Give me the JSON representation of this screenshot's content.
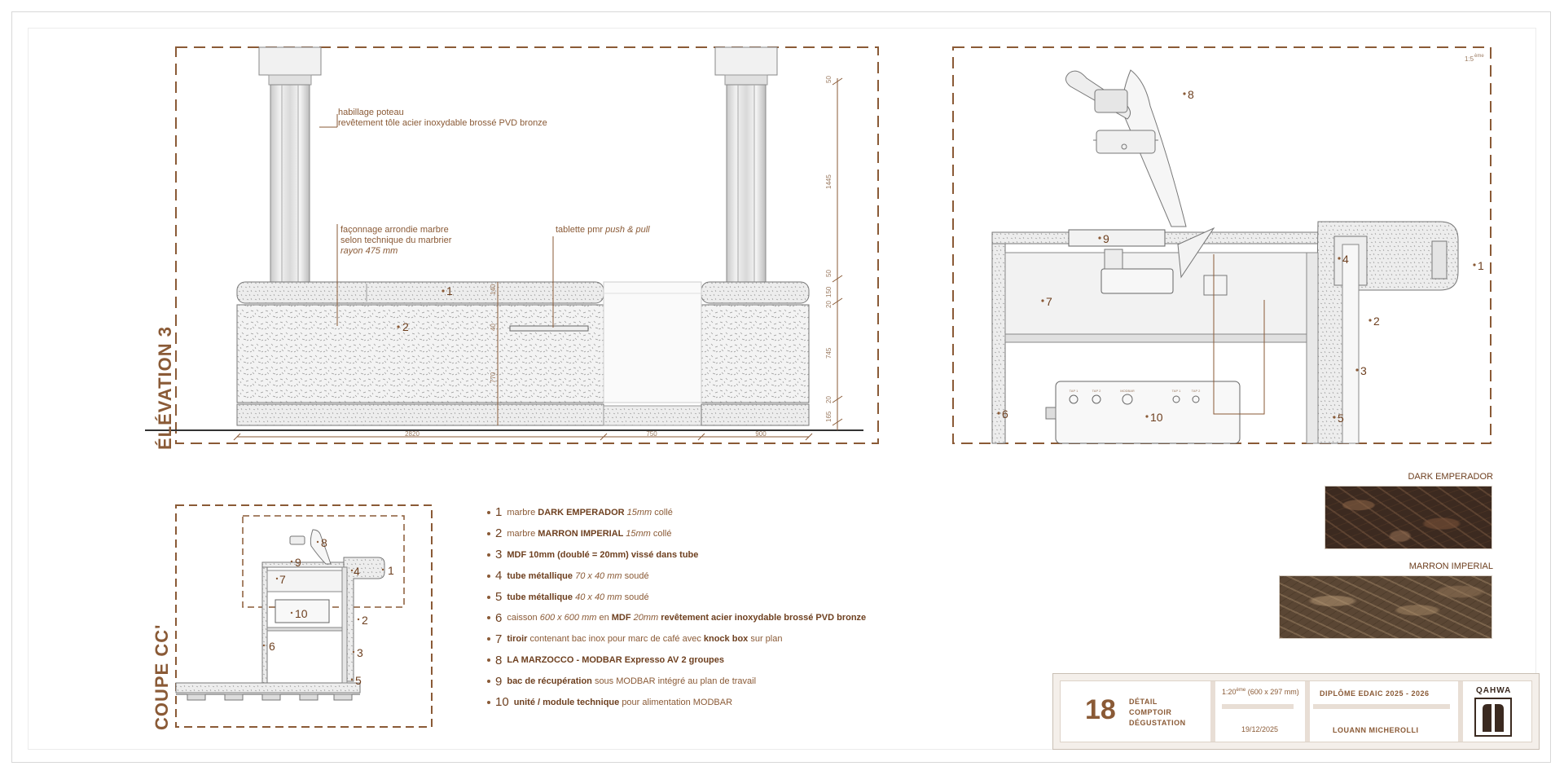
{
  "sheet": {
    "elevation_title": "ÉLÉVATION 3",
    "section_title": "COUPE CC'",
    "scale_note": "1:5",
    "scale_note_sup": "ème"
  },
  "elevation": {
    "note_column_1": "habillage poteau",
    "note_column_2": "revêtement tôle acier inoxydable brossé PVD bronze",
    "note_marble_1": "façonnage arrondie marbre",
    "note_marble_2": "selon technique du marbrier",
    "note_marble_3": "rayon 475 mm",
    "note_shelf": "tablette pmr",
    "note_shelf_italic": "push & pull",
    "label_1": "1",
    "label_2": "2",
    "dims_bottom": [
      "2820",
      "750",
      "900"
    ],
    "dims_right": [
      "50",
      "1445",
      "50",
      "150",
      "20",
      "745",
      "20",
      "165"
    ],
    "dims_inner": [
      "140",
      "40",
      "770"
    ]
  },
  "detail": {
    "labels": [
      "1",
      "2",
      "3",
      "4",
      "5",
      "6",
      "7",
      "8",
      "9",
      "10"
    ],
    "module_buttons": [
      "TAP 1",
      "TAP 2",
      "MODBAR",
      "TAP 1",
      "TAP 2"
    ]
  },
  "section": {
    "labels": [
      "1",
      "2",
      "3",
      "4",
      "5",
      "6",
      "7",
      "8",
      "9",
      "10"
    ]
  },
  "legend": [
    {
      "num": "1",
      "parts": [
        [
          "",
          "marbre "
        ],
        [
          "b",
          "DARK EMPERADOR "
        ],
        [
          "i",
          "15mm "
        ],
        [
          "",
          "collé"
        ]
      ]
    },
    {
      "num": "2",
      "parts": [
        [
          "",
          "marbre "
        ],
        [
          "b",
          "MARRON IMPERIAL "
        ],
        [
          "i",
          "15mm "
        ],
        [
          "",
          "collé"
        ]
      ]
    },
    {
      "num": "3",
      "parts": [
        [
          "b",
          "MDF 10mm (doublé = 20mm) vissé dans tube"
        ]
      ]
    },
    {
      "num": "4",
      "parts": [
        [
          "b",
          "tube métallique "
        ],
        [
          "i",
          "70 x 40 mm "
        ],
        [
          "",
          "soudé"
        ]
      ]
    },
    {
      "num": "5",
      "parts": [
        [
          "b",
          "tube métallique "
        ],
        [
          "i",
          "40 x 40 mm "
        ],
        [
          "",
          "soudé"
        ]
      ]
    },
    {
      "num": "6",
      "parts": [
        [
          "",
          "caisson "
        ],
        [
          "i",
          "600 x 600 mm "
        ],
        [
          "",
          "en "
        ],
        [
          "b",
          "MDF "
        ],
        [
          "i",
          "20mm "
        ],
        [
          "b",
          "revêtement acier inoxydable brossé PVD bronze"
        ]
      ]
    },
    {
      "num": "7",
      "parts": [
        [
          "b",
          "tiroir "
        ],
        [
          "",
          "contenant bac inox pour marc de café avec "
        ],
        [
          "b",
          "knock box "
        ],
        [
          "",
          "sur plan"
        ]
      ]
    },
    {
      "num": "8",
      "parts": [
        [
          "b",
          "LA MARZOCCO - MODBAR Expresso AV 2 groupes"
        ]
      ]
    },
    {
      "num": "9",
      "parts": [
        [
          "b",
          "bac de récupération "
        ],
        [
          "",
          "sous MODBAR intégré au plan de travail"
        ]
      ]
    },
    {
      "num": "10",
      "parts": [
        [
          "b",
          "unité / module technique "
        ],
        [
          "",
          "pour alimentation MODBAR"
        ]
      ]
    }
  ],
  "swatches": {
    "s1_label": "DARK EMPERADOR",
    "s2_label": "MARRON IMPERIAL"
  },
  "cartouche": {
    "number": "18",
    "title_1": "DÉTAIL",
    "title_2": "COMPTOIR",
    "title_3": "DÉGUSTATION",
    "scale": "1:20",
    "scale_sup": "ème",
    "format": "(600 x 297 mm)",
    "date": "19/12/2025",
    "diploma": "DIPLÔME EDAIC 2025 - 2026",
    "author": "LOUANN MICHEROLLI",
    "brand": "QAHWA"
  },
  "colors": {
    "accent": "#8a5a36",
    "dashed_frame": "#8a5a36",
    "stone_light": "#e9e9e9",
    "cartouche_bg": "#f4efea"
  }
}
